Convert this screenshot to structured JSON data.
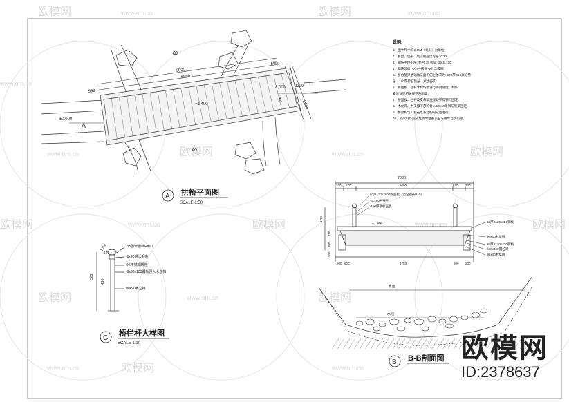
{
  "watermark": {
    "brand": "欧模网",
    "site": "www.om.cn"
  },
  "plan": {
    "title": "拱桥平面图",
    "scale": "SCALE   1:50",
    "badge": "A",
    "dim_total": "9800",
    "dim_inner": "8860",
    "dim_end_left": "500",
    "dim_end_right": "500",
    "dim_width": "2000",
    "dim_w1": "2200",
    "dim_w2": "8,000",
    "elev_left": "±0.000",
    "elev_mid": "+1.400",
    "section_a": "A",
    "section_b": "B"
  },
  "notes": {
    "heading": "说明:",
    "items": [
      "1、图中尺寸均以MM（毫米）为单位;",
      "2、桥台、垫梁、现浇板强度等级: C30;",
      "3、钢筋主保护层: 桥台 35  桥梁: 35  其: 20",
      "4、钢筋等级: Φ为一级钢  Φ为二级钢;",
      "5、桥台垫梁基础做法自下向上依次为: 100厚C15素砼垫",
      "层、150厚碎石垫层、素土夯实;",
      "6、桥面板、栏杆木材均须进行防腐处理，制作",
      "安装详见相关规范及图集;",
      "7、桥面板、栏杆及支骨架连接处不得钢钉固定;",
      "8、木龙骨、木支撑下部均衬1x60x10角钢与垫梁固定;",
      "9、桥梁构筑工程在水系结构完成后进行;",
      "10、桥梁制作完成后桥墩台重表石与脱草自然衔接。"
    ]
  },
  "railing": {
    "title": "桥栏杆大样图",
    "scale": "SCALE   1:10",
    "badge": "C",
    "labels": [
      "2/3圆木横档R=60",
      "-8x90通长钢条",
      "Φ6不锈钢螺栓",
      "-6x90x100钢板预入木立档",
      "90x90木立档"
    ],
    "dims": [
      "120",
      "500",
      "410",
      "1050"
    ]
  },
  "elevation": {
    "dim_total": "7000",
    "dims_top": [
      "330",
      "670",
      "5000",
      "670",
      "330"
    ],
    "dims_bottom": [
      "200",
      "500",
      "4750",
      "500",
      "200"
    ],
    "dims_left": [
      "200",
      "300",
      "250",
      "1750"
    ],
    "elev": "+1.400",
    "labels_left": [
      "60厚120x2800钢面板（边沿钢条R=5）",
      "-60x80木扶手",
      "-150厚钢板栏板"
    ],
    "labels_right": [
      "30厚9120x250钢板",
      "30x30木龙骨",
      "30厚9120x270钢板",
      "200x400钢砼梁",
      "30x30木龙骨"
    ]
  },
  "section": {
    "title": "B-B剖面图",
    "badge": "B",
    "water_top": "水面",
    "water_low": "水线"
  },
  "brand_box": {
    "logo": "欧模网",
    "id": "ID:2378637"
  }
}
